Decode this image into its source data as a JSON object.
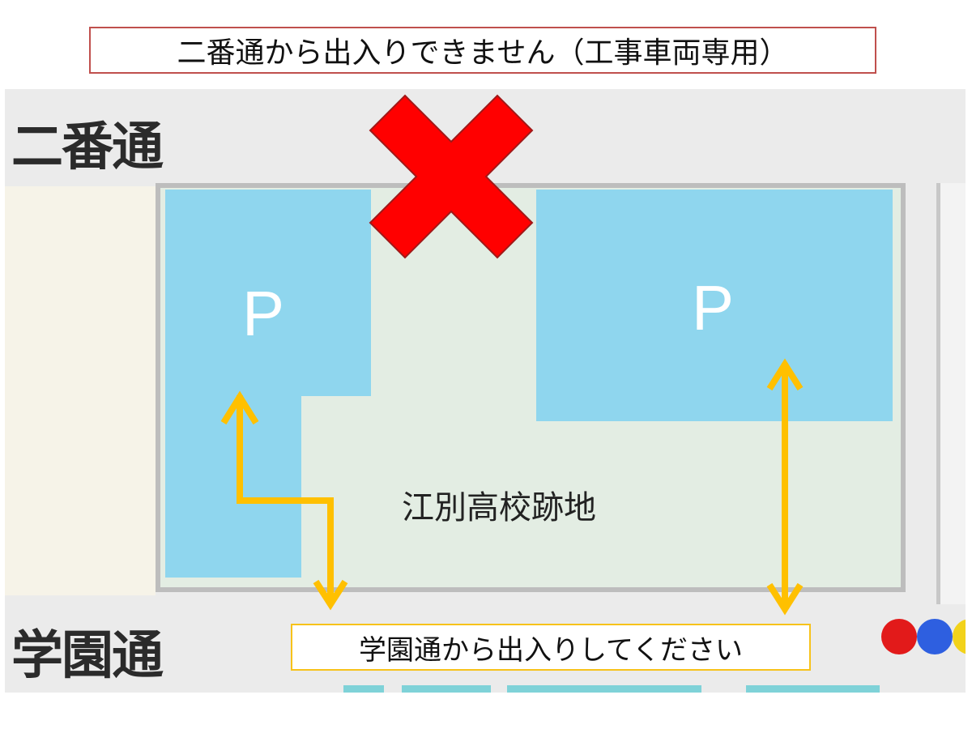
{
  "notices": {
    "top": "二番通から出入りできません（工事車両専用）",
    "bottom": "学園通から出入りしてください"
  },
  "map": {
    "road_top": "二番通",
    "road_bottom": "学園通",
    "site_name": "江別高校跡地",
    "parking": [
      {
        "label": "P"
      },
      {
        "label": "P"
      }
    ]
  },
  "colors": {
    "parking": "#8fd6ee",
    "no_entry": "#ff0000",
    "route_arrow": "#ffc000",
    "top_notice_border": "#c0504d",
    "bottom_notice_border": "#f7c21a"
  },
  "icons": {
    "no_entry": "red-x-icon",
    "route": "yellow-arrow-icon"
  }
}
